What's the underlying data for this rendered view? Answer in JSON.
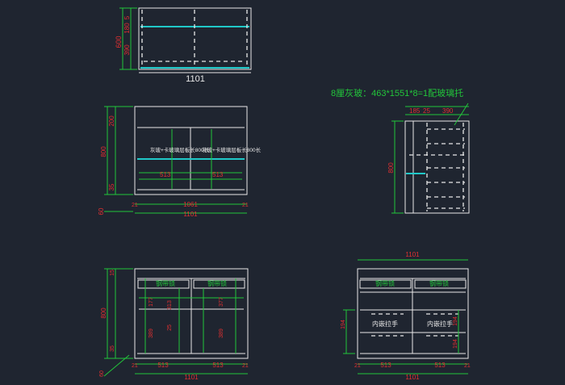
{
  "colors": {
    "background": "#1f2530",
    "line": "#e8e8e8",
    "dimension": "#22c53a",
    "dimension_text": "#e23030",
    "glass": "#20c8c8"
  },
  "top_view": {
    "width": "1101",
    "dims": [
      "600",
      "5",
      "180",
      "390"
    ]
  },
  "glass_note": "8厘灰玻：463*1551*8=1配玻璃托",
  "front_view": {
    "left_dims": [
      "200",
      "800",
      "35",
      "60"
    ],
    "label_left": "灰玻+卡玻璃层板长800长",
    "label_right": "灰玻+卡玻璃层板长800长",
    "inner_dims": [
      "513",
      "513"
    ],
    "bottom_dims": [
      "21",
      "1061",
      "21"
    ],
    "total": "1101"
  },
  "side_view": {
    "top_dims": [
      "185",
      "25",
      "390"
    ],
    "height": "800"
  },
  "lower_left": {
    "drawer_label_left": "钢带锁",
    "drawer_label_right": "钢带锁",
    "left_dims": [
      "15",
      "800",
      "35",
      "60"
    ],
    "inner_dims": [
      "177",
      "313",
      "25",
      "389",
      "377",
      "389"
    ],
    "bottom_dims": [
      "21",
      "513",
      "513",
      "21"
    ],
    "total": "1101"
  },
  "lower_right": {
    "width": "1101",
    "drawer_label_left": "钢带锁",
    "drawer_label_right": "钢带锁",
    "handle_left": "内嵌拉手",
    "handle_right": "内嵌拉手",
    "side_dims": [
      "194",
      "194",
      "194"
    ],
    "bottom_dims": [
      "21",
      "513",
      "513",
      "21"
    ],
    "total": "1101"
  }
}
